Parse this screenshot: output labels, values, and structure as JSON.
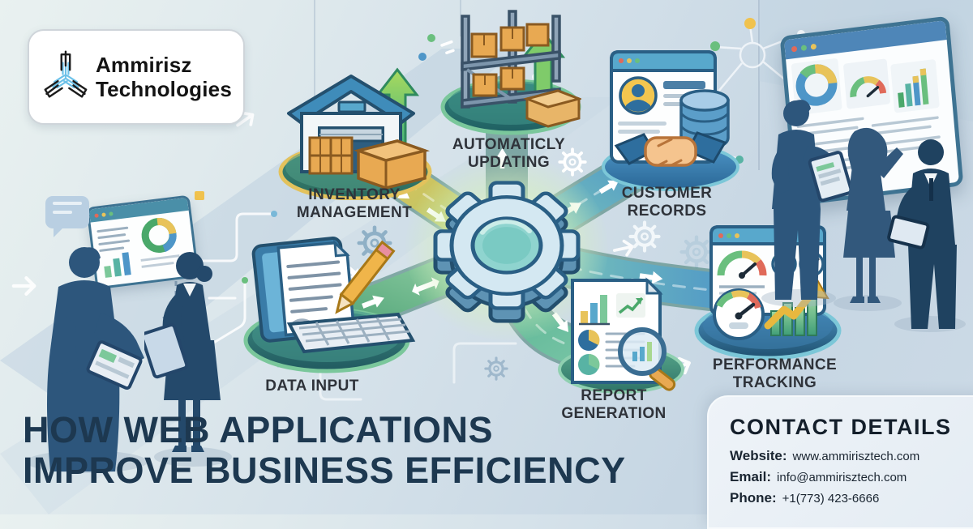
{
  "brand": {
    "name_line1": "Ammirisz",
    "name_line2": "Technologies"
  },
  "title": {
    "line1": "HOW WEB APPLICATIONS",
    "line2": "IMPROVE BUSINESS EFFICIENCY"
  },
  "nodes": {
    "inventory": {
      "line1": "INVENTORY",
      "line2": "MANAGEMENT"
    },
    "updating": {
      "line1": "AUTOMATICLY",
      "line2": "UPDATING"
    },
    "customer": {
      "line1": "CUSTOMER",
      "line2": "RECORDS"
    },
    "data_input": {
      "line1": "DATA INPUT"
    },
    "report": {
      "line1": "REPORT",
      "line2": "GENERATION"
    },
    "performance": {
      "line1": "PERFORMANCE",
      "line2": "TRACKING"
    }
  },
  "contact": {
    "heading": "CONTACT DETAILS",
    "website_label": "Website:",
    "website_value": "www.ammirisztech.com",
    "email_label": "Email:",
    "email_value": "info@ammirisztech.com",
    "phone_label": "Phone:",
    "phone_value": "+1(773) 423-6666"
  },
  "palette": {
    "background": "#d9e4ec",
    "title_color": "#1d3850",
    "label_color": "#2f333a",
    "road_yellow": "#e3bd55",
    "road_green": "#6fbe8f",
    "road_teal": "#58b3a4",
    "road_blue": "#4e96c8",
    "outline_dark_blue": "#2a5f85",
    "box_orange": "#e8a952",
    "silhouette_blue": "#2d567c",
    "contact_card_bg": "#eef3f8",
    "logo_accent_blue": "#6cc1e8"
  }
}
